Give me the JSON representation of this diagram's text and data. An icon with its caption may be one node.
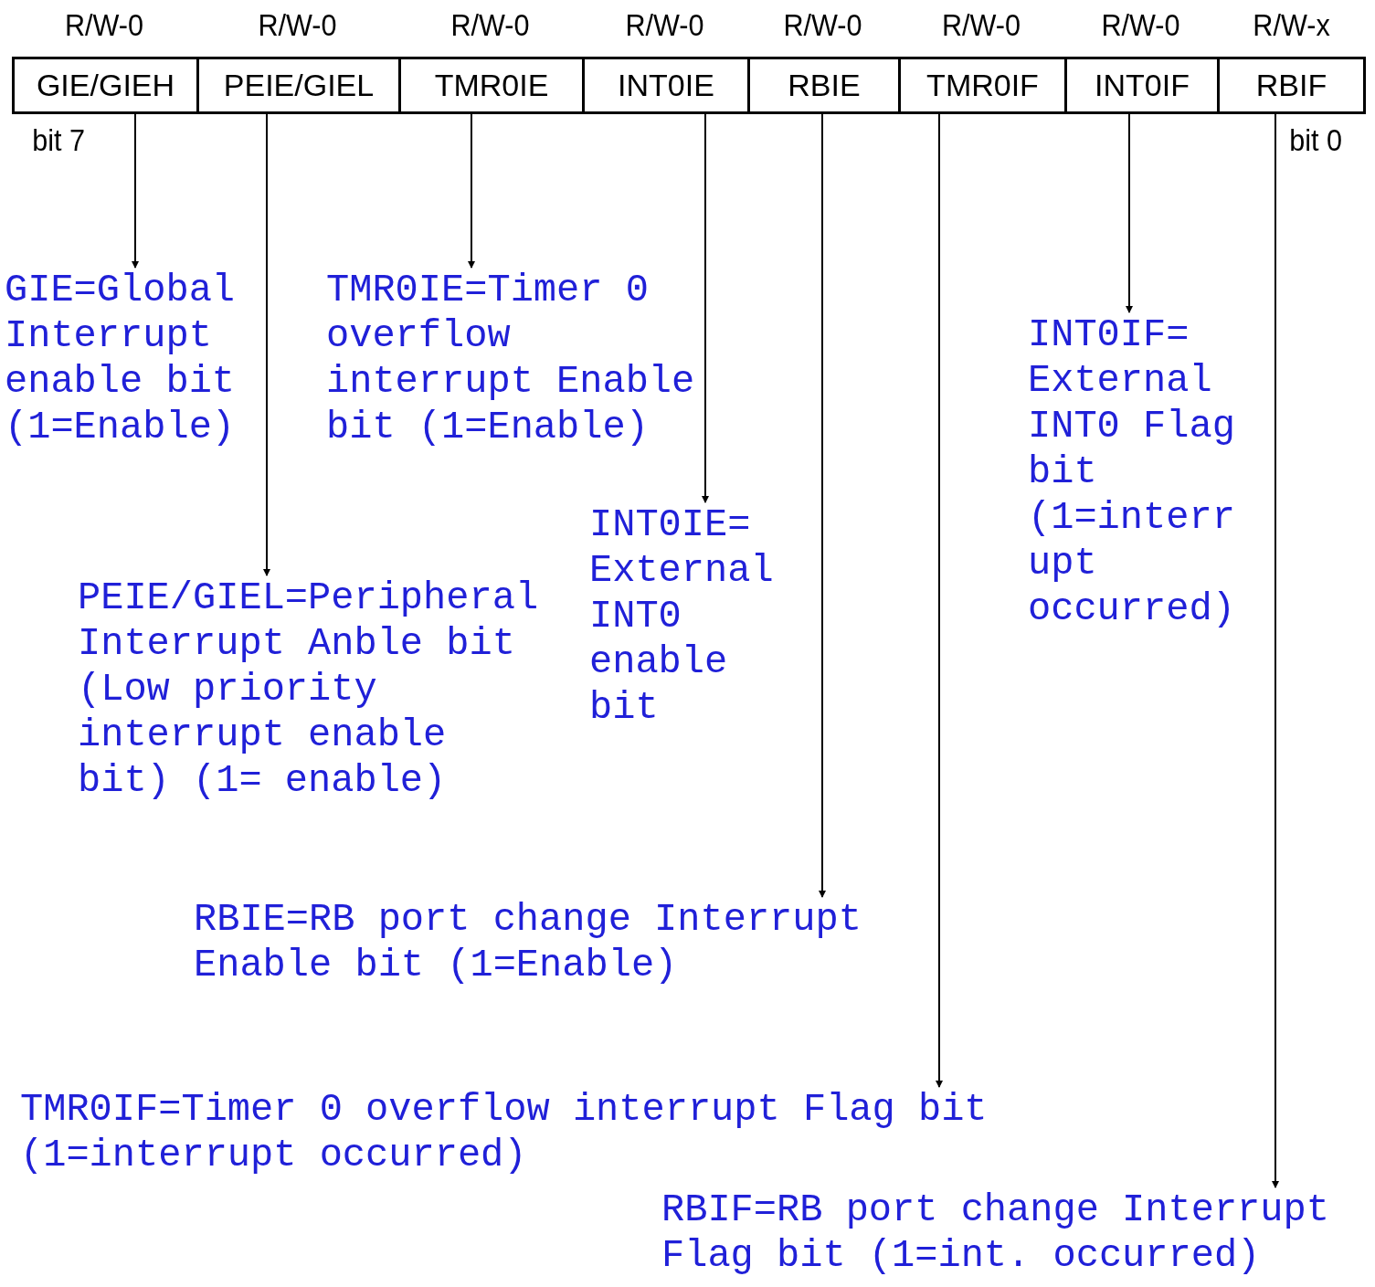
{
  "diagram": {
    "nodes": [
      {
        "text": [
          "GIE/GIEH"
        ],
        "beside": [
          "R/W-0"
        ]
      },
      {
        "text": [
          "PEIE/GIEL"
        ],
        "beside": [
          "R/W-0"
        ]
      },
      {
        "text": [
          "TMR0IE"
        ],
        "beside": [
          "R/W-0"
        ]
      },
      {
        "text": [
          "INT0IE"
        ],
        "beside": [
          "R/W-0"
        ]
      },
      {
        "text": [
          "RBIE"
        ],
        "beside": [
          "R/W-0"
        ]
      },
      {
        "text": [
          "TMR0IF"
        ],
        "beside": [
          "R/W-0"
        ]
      },
      {
        "text": [
          "INT0IF"
        ],
        "beside": [
          "R/W-0"
        ]
      },
      {
        "text": [
          "RBIF"
        ],
        "beside": [
          "R/W-x"
        ]
      },
      {
        "text": [
          "GIE=Global Interrupt enable bit (1=Enable)"
        ]
      },
      {
        "text": [
          "TMR0IE=Timer 0 overflow interrupt Enable bit (1=Enable)"
        ]
      },
      {
        "text": [
          "INT0IF= External INT0 Flag bit (1=interrupt occurred)"
        ]
      },
      {
        "text": [
          "INT0IE= External INT0 enable bit"
        ]
      },
      {
        "text": [
          "PEIE/GIEL=Peripheral Interrupt Anble bit (Low priority interrupt enable bit) (1= enable)"
        ]
      },
      {
        "text": [
          "RBIE=RB port change Interrupt Enable bit (1=Enable)"
        ]
      },
      {
        "text": [
          "TMR0IF=Timer 0 overflow interrupt Flag bit (1=interrupt occurred)"
        ]
      },
      {
        "text": [
          "RBIF=RB port change Interrupt Flag bit (1=int. occurred)"
        ]
      }
    ],
    "edges": [
      {
        "from": 0,
        "to": 8,
        "arrow": "to"
      },
      {
        "from": 1,
        "to": 12,
        "arrow": "to"
      },
      {
        "from": 2,
        "to": 9,
        "arrow": "to"
      },
      {
        "from": 3,
        "to": 11,
        "arrow": "to"
      },
      {
        "from": 4,
        "to": 13,
        "arrow": "to"
      },
      {
        "from": 5,
        "to": 14,
        "arrow": "to"
      },
      {
        "from": 6,
        "to": 10,
        "arrow": "to"
      },
      {
        "from": 7,
        "to": 15,
        "arrow": "to"
      }
    ],
    "labels": [
      "bit 7",
      "bit 0"
    ]
  }
}
